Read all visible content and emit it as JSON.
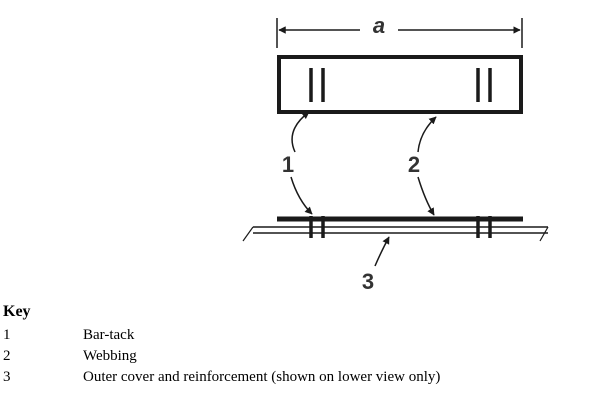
{
  "diagram": {
    "dimension_label": "a",
    "callout_1": "1",
    "callout_2": "2",
    "callout_3": "3"
  },
  "key": {
    "title": "Key",
    "items": [
      {
        "number": "1",
        "text": "Bar-tack"
      },
      {
        "number": "2",
        "text": "Webbing"
      },
      {
        "number": "3",
        "text": "Outer cover and reinforcement (shown on lower view only)"
      }
    ]
  }
}
